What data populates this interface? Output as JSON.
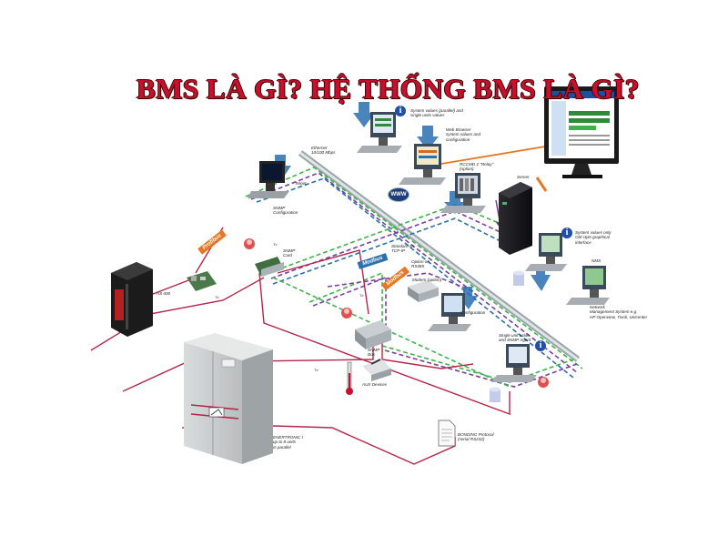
{
  "title": "BMS LÀ GÌ? HỆ THỐNG BMS LÀ GÌ?",
  "labels": {
    "ethernet": "Ethernet\n10/100 Mbps",
    "system_values": "System values (parallel) and\nsingle units values",
    "web_browser": "Web Browser\nsystem values and\nconfiguration",
    "rccmd": "RCCMD 2 \"Relay\"\n(option)",
    "server": "Server",
    "telnet": "Telnet",
    "snmp_configuration": "SNMP\nConfiguration",
    "snmp_card": "SNMP\nCard",
    "standard_tcp": "Standard on\nTCP-IP",
    "option_rs485": "Option on\nRS485",
    "modem": "Modem (option)",
    "configuration": "Configuration",
    "system_values_old": "System values only\nOld style graphical\ninterface",
    "nms": "NMS",
    "network_mgmt": "Network\nManagement System e.g.\nHP Openview, Tivoli, Unicenter",
    "as400": "AS 400",
    "snmp_box": "SNMP\nBox",
    "aux_devices": "AUX Devices",
    "single_unit": "Single unit value\nand SNMP Agent",
    "enertronic": "ENERTRONIC I\nup to 8 units\nin parallel",
    "bonding": "BONDING Protocol\n(serial RS232)",
    "www": "WWW",
    "profibus": "Profibus",
    "modbus_1": "Modbus",
    "modbus_2": "Modbus",
    "info": "i",
    "port_tx": "Tx",
    "port_tx2": "Tx",
    "port_tx3": "Tx",
    "port_tx4": "Tx"
  },
  "colors": {
    "title": "#c8102e",
    "serial_line": "#b5264a",
    "ethernet_dash_1": "#3cb44b",
    "ethernet_dash_2": "#7b3fa0",
    "ethernet_dash_3": "#2a6fb0",
    "arrow_blue": "#2a6fb0",
    "arrow_orange": "#e87722"
  },
  "icons": [
    "monitor-icon",
    "server-icon",
    "ups-cabinet-icon",
    "as400-icon",
    "snmp-box-icon",
    "thermometer-icon",
    "switch-icon",
    "document-icon",
    "info-icon",
    "globe-icon",
    "alarm-beacon-icon"
  ]
}
